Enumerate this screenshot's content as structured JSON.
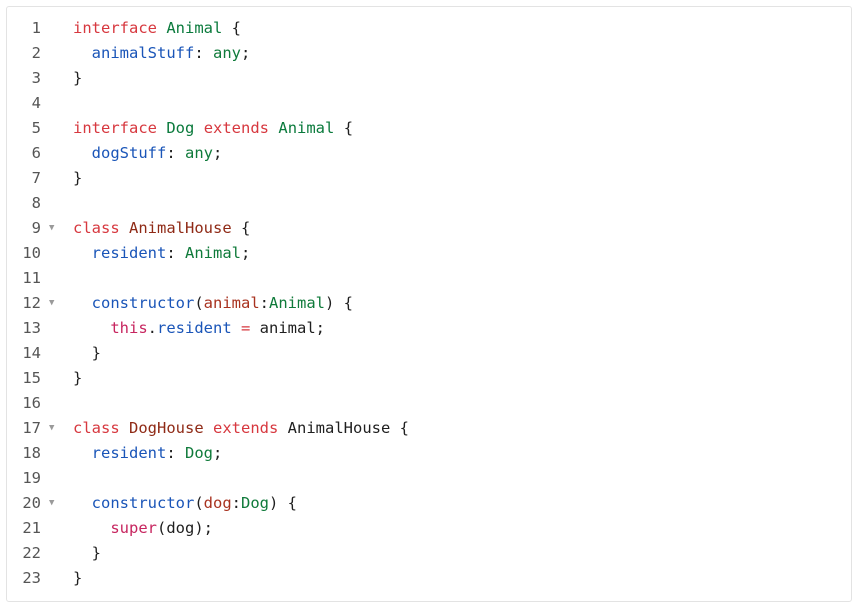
{
  "editor": {
    "fold_marker": "▼",
    "lines": [
      {
        "num": "1",
        "fold": false,
        "tokens": [
          {
            "t": "interface",
            "c": "kw"
          },
          {
            "t": " ",
            "c": "plain"
          },
          {
            "t": "Animal",
            "c": "def"
          },
          {
            "t": " {",
            "c": "punc"
          }
        ]
      },
      {
        "num": "2",
        "fold": false,
        "tokens": [
          {
            "t": "  ",
            "c": "plain"
          },
          {
            "t": "animalStuff",
            "c": "var"
          },
          {
            "t": ": ",
            "c": "punc"
          },
          {
            "t": "any",
            "c": "type"
          },
          {
            "t": ";",
            "c": "punc"
          }
        ]
      },
      {
        "num": "3",
        "fold": false,
        "tokens": [
          {
            "t": "}",
            "c": "punc"
          }
        ]
      },
      {
        "num": "4",
        "fold": false,
        "tokens": []
      },
      {
        "num": "5",
        "fold": false,
        "tokens": [
          {
            "t": "interface",
            "c": "kw"
          },
          {
            "t": " ",
            "c": "plain"
          },
          {
            "t": "Dog",
            "c": "def"
          },
          {
            "t": " ",
            "c": "plain"
          },
          {
            "t": "extends",
            "c": "kw"
          },
          {
            "t": " ",
            "c": "plain"
          },
          {
            "t": "Animal",
            "c": "def"
          },
          {
            "t": " {",
            "c": "punc"
          }
        ]
      },
      {
        "num": "6",
        "fold": false,
        "tokens": [
          {
            "t": "  ",
            "c": "plain"
          },
          {
            "t": "dogStuff",
            "c": "var"
          },
          {
            "t": ": ",
            "c": "punc"
          },
          {
            "t": "any",
            "c": "type"
          },
          {
            "t": ";",
            "c": "punc"
          }
        ]
      },
      {
        "num": "7",
        "fold": false,
        "tokens": [
          {
            "t": "}",
            "c": "punc"
          }
        ]
      },
      {
        "num": "8",
        "fold": false,
        "tokens": []
      },
      {
        "num": "9",
        "fold": true,
        "tokens": [
          {
            "t": "class",
            "c": "kw"
          },
          {
            "t": " ",
            "c": "plain"
          },
          {
            "t": "AnimalHouse",
            "c": "cls"
          },
          {
            "t": " {",
            "c": "punc"
          }
        ]
      },
      {
        "num": "10",
        "fold": false,
        "tokens": [
          {
            "t": "  ",
            "c": "plain"
          },
          {
            "t": "resident",
            "c": "var"
          },
          {
            "t": ": ",
            "c": "punc"
          },
          {
            "t": "Animal",
            "c": "type"
          },
          {
            "t": ";",
            "c": "punc"
          }
        ]
      },
      {
        "num": "11",
        "fold": false,
        "tokens": []
      },
      {
        "num": "12",
        "fold": true,
        "tokens": [
          {
            "t": "  ",
            "c": "plain"
          },
          {
            "t": "constructor",
            "c": "var"
          },
          {
            "t": "(",
            "c": "punc"
          },
          {
            "t": "animal",
            "c": "param"
          },
          {
            "t": ":",
            "c": "punc"
          },
          {
            "t": "Animal",
            "c": "type"
          },
          {
            "t": ") {",
            "c": "punc"
          }
        ]
      },
      {
        "num": "13",
        "fold": false,
        "tokens": [
          {
            "t": "    ",
            "c": "plain"
          },
          {
            "t": "this",
            "c": "this"
          },
          {
            "t": ".",
            "c": "punc"
          },
          {
            "t": "resident",
            "c": "var"
          },
          {
            "t": " ",
            "c": "plain"
          },
          {
            "t": "=",
            "c": "op"
          },
          {
            "t": " animal;",
            "c": "plain"
          }
        ]
      },
      {
        "num": "14",
        "fold": false,
        "tokens": [
          {
            "t": "  }",
            "c": "punc"
          }
        ]
      },
      {
        "num": "15",
        "fold": false,
        "tokens": [
          {
            "t": "}",
            "c": "punc"
          }
        ]
      },
      {
        "num": "16",
        "fold": false,
        "tokens": []
      },
      {
        "num": "17",
        "fold": true,
        "tokens": [
          {
            "t": "class",
            "c": "kw"
          },
          {
            "t": " ",
            "c": "plain"
          },
          {
            "t": "DogHouse",
            "c": "cls"
          },
          {
            "t": " ",
            "c": "plain"
          },
          {
            "t": "extends",
            "c": "kw"
          },
          {
            "t": " AnimalHouse {",
            "c": "plain"
          }
        ]
      },
      {
        "num": "18",
        "fold": false,
        "tokens": [
          {
            "t": "  ",
            "c": "plain"
          },
          {
            "t": "resident",
            "c": "var"
          },
          {
            "t": ": ",
            "c": "punc"
          },
          {
            "t": "Dog",
            "c": "type"
          },
          {
            "t": ";",
            "c": "punc"
          }
        ]
      },
      {
        "num": "19",
        "fold": false,
        "tokens": []
      },
      {
        "num": "20",
        "fold": true,
        "tokens": [
          {
            "t": "  ",
            "c": "plain"
          },
          {
            "t": "constructor",
            "c": "var"
          },
          {
            "t": "(",
            "c": "punc"
          },
          {
            "t": "dog",
            "c": "param"
          },
          {
            "t": ":",
            "c": "punc"
          },
          {
            "t": "Dog",
            "c": "type"
          },
          {
            "t": ") {",
            "c": "punc"
          }
        ]
      },
      {
        "num": "21",
        "fold": false,
        "tokens": [
          {
            "t": "    ",
            "c": "plain"
          },
          {
            "t": "super",
            "c": "this"
          },
          {
            "t": "(dog);",
            "c": "plain"
          }
        ]
      },
      {
        "num": "22",
        "fold": false,
        "tokens": [
          {
            "t": "  }",
            "c": "punc"
          }
        ]
      },
      {
        "num": "23",
        "fold": false,
        "tokens": [
          {
            "t": "}",
            "c": "punc"
          }
        ]
      }
    ]
  }
}
